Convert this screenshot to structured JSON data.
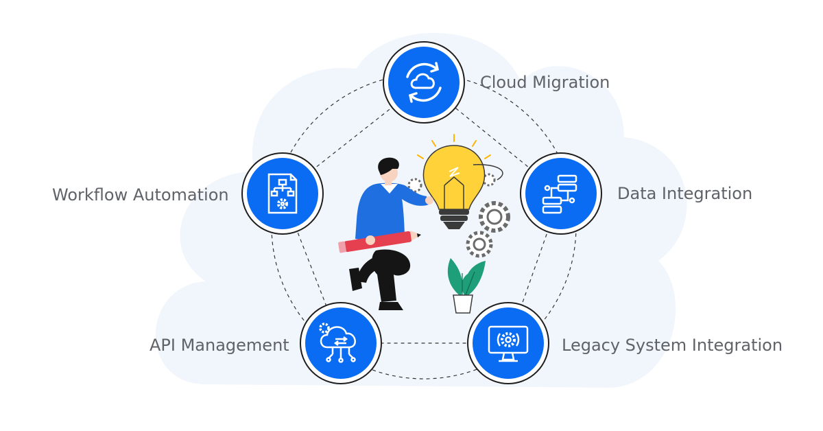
{
  "colors": {
    "cloud_bg": "#f1f6fc",
    "node_blue": "#0a6cf2",
    "node_ring": "#1e1e1e",
    "dashed_line": "#333333",
    "label_text": "#5f6368",
    "bulb_yellow": "#ffd23a",
    "shirt_blue": "#1f6fe0",
    "pencil_red": "#e5404f",
    "leaf_green": "#1f9e7a"
  },
  "nodes": [
    {
      "id": "cloud-migration",
      "label": "Cloud Migration",
      "icon": "cloud-sync-icon"
    },
    {
      "id": "data-integration",
      "label": "Data Integration",
      "icon": "server-stack-icon"
    },
    {
      "id": "legacy-system-integration",
      "label": "Legacy System Integration",
      "icon": "monitor-gear-icon"
    },
    {
      "id": "api-management",
      "label": "API Management",
      "icon": "cloud-api-icon"
    },
    {
      "id": "workflow-automation",
      "label": "Workflow Automation",
      "icon": "workflow-document-icon"
    }
  ],
  "illustration": {
    "center": "person-with-pencil-and-lightbulb-illustration"
  }
}
